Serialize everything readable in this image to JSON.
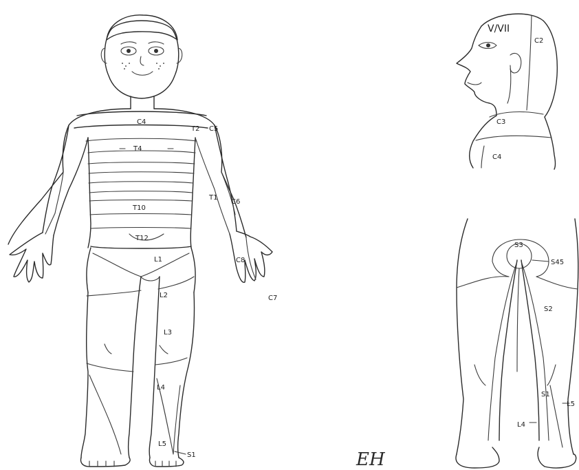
{
  "front_view": {
    "labels": {
      "c4": "C4",
      "t2": "T2",
      "c5": "C5",
      "t4": "T4",
      "t1": "T1",
      "c6": "C6",
      "t10": "T10",
      "t12": "T12",
      "c8": "C8",
      "c7": "C7",
      "l1": "L1",
      "l2": "L2",
      "l3": "L3",
      "l4": "L4",
      "l5": "L5",
      "s1": "S1"
    }
  },
  "head_side_view": {
    "labels": {
      "v_vii": "V/VII",
      "c2": "C2",
      "c3": "C3",
      "c4": "C4"
    }
  },
  "back_view": {
    "labels": {
      "s3": "S3",
      "s45": "S45",
      "s2": "S2",
      "s1": "S1",
      "l5": "L5",
      "l4": "L4"
    }
  },
  "signature": "EH"
}
